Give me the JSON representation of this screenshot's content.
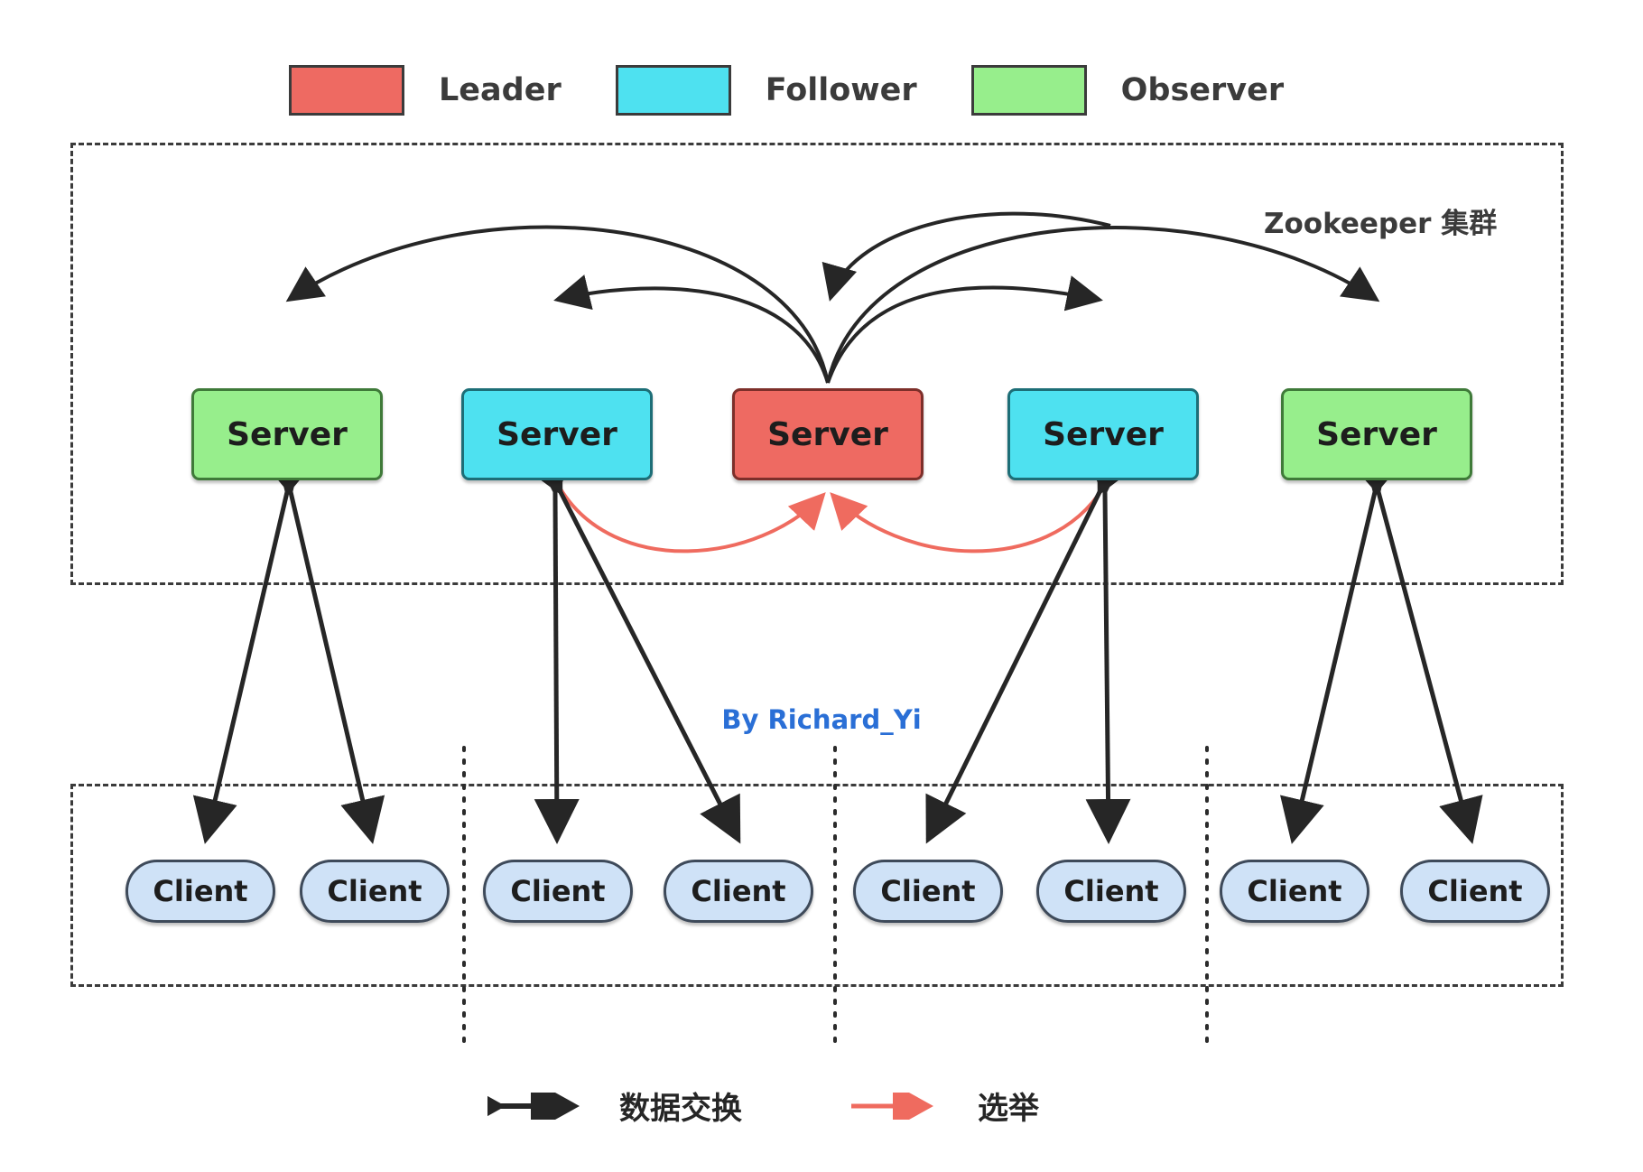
{
  "legend_top": {
    "items": [
      {
        "label": "Leader",
        "color": "#ee6a62",
        "role": "leader"
      },
      {
        "label": "Follower",
        "color": "#4ee1f0",
        "role": "follower"
      },
      {
        "label": "Observer",
        "color": "#97ee8c",
        "role": "observer"
      }
    ]
  },
  "cluster": {
    "title": "Zookeeper 集群",
    "servers": [
      {
        "label": "Server",
        "role": "observer"
      },
      {
        "label": "Server",
        "role": "follower"
      },
      {
        "label": "Server",
        "role": "leader"
      },
      {
        "label": "Server",
        "role": "follower"
      },
      {
        "label": "Server",
        "role": "observer"
      }
    ]
  },
  "clients": {
    "items": [
      {
        "label": "Client"
      },
      {
        "label": "Client"
      },
      {
        "label": "Client"
      },
      {
        "label": "Client"
      },
      {
        "label": "Client"
      },
      {
        "label": "Client"
      },
      {
        "label": "Client"
      },
      {
        "label": "Client"
      }
    ]
  },
  "attribution": {
    "text": "By Richard_Yi"
  },
  "legend_bottom": {
    "items": [
      {
        "label": "数据交换",
        "arrow": "double-black-arrow-icon",
        "color": "#262626"
      },
      {
        "label": "选举",
        "arrow": "single-red-arrow-icon",
        "color": "#ef6b5f"
      }
    ]
  },
  "colors": {
    "leader": "#ee6a62",
    "follower": "#4ee1f0",
    "observer": "#97ee8c",
    "client": "#cfe2f7",
    "outline": "#3b3b3b",
    "election_arrow": "#ef6b5f",
    "data_arrow": "#262626",
    "attribution": "#2a6fd6"
  }
}
